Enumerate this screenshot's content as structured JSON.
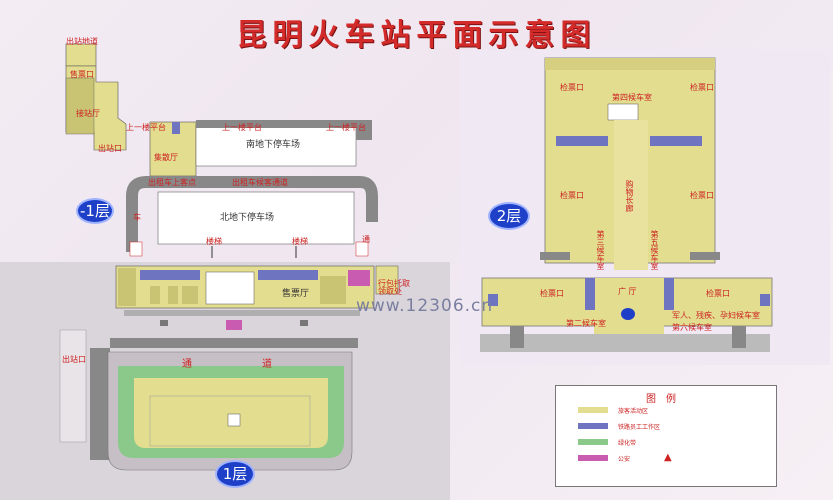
{
  "title": "昆明火车站平面示意图",
  "watermark": "www.12306.cn",
  "floors": {
    "b1": {
      "badge": "-1层",
      "labels": {
        "exit_passage": "出站地道",
        "ticket_office": "售票口",
        "arrival_hall": "接站厅",
        "exit": "出站口",
        "gathering_hall": "集散厅",
        "south_parking": "南地下停车场",
        "north_parking": "北地下停车场",
        "taxi_pickup": "出租车上客点",
        "taxi_lane": "出租车候客通道",
        "stairs_1": "楼梯",
        "stairs_2": "楼梯",
        "platform_1": "上一楼平台",
        "platform_2": "上一楼平台",
        "platform_3": "上一楼平台",
        "car_1": "车",
        "passage_1": "通"
      }
    },
    "f1": {
      "badge": "1层",
      "labels": {
        "ticket_hall": "售票厅",
        "baggage": "行包托取\n领取处",
        "exit": "出站口",
        "passage_a": "通",
        "passage_b": "道"
      }
    },
    "f2": {
      "badge": "2层",
      "labels": {
        "ticket_gate_1": "检票口",
        "ticket_gate_2": "检票口",
        "ticket_gate_3": "检票口",
        "ticket_gate_4": "检票口",
        "ticket_gate_5": "检票口",
        "ticket_gate_6": "检票口",
        "waiting_4": "第四候车室",
        "waiting_3": "第三候车室",
        "waiting_5": "第五候车室",
        "waiting_2": "第二候车室",
        "waiting_6": "第六候车室",
        "shopping": "购物长廊",
        "plaza": "广  厅",
        "special": "军人、残疾、孕妇候车室"
      }
    }
  },
  "legend": {
    "title": "图例",
    "items": [
      {
        "label": "旅客活动区",
        "color": "#e3dd8f"
      },
      {
        "label": "铁路员工工作区",
        "color": "#6f74c0"
      },
      {
        "label": "绿化带",
        "color": "#8ac98a"
      },
      {
        "label": "公安",
        "color": "#c95bb0"
      }
    ]
  },
  "colors": {
    "passenger": "#e3dd8f",
    "staff": "#6f74c0",
    "green": "#8ac98a",
    "road": "#888888",
    "accent": "#d32a2a"
  }
}
